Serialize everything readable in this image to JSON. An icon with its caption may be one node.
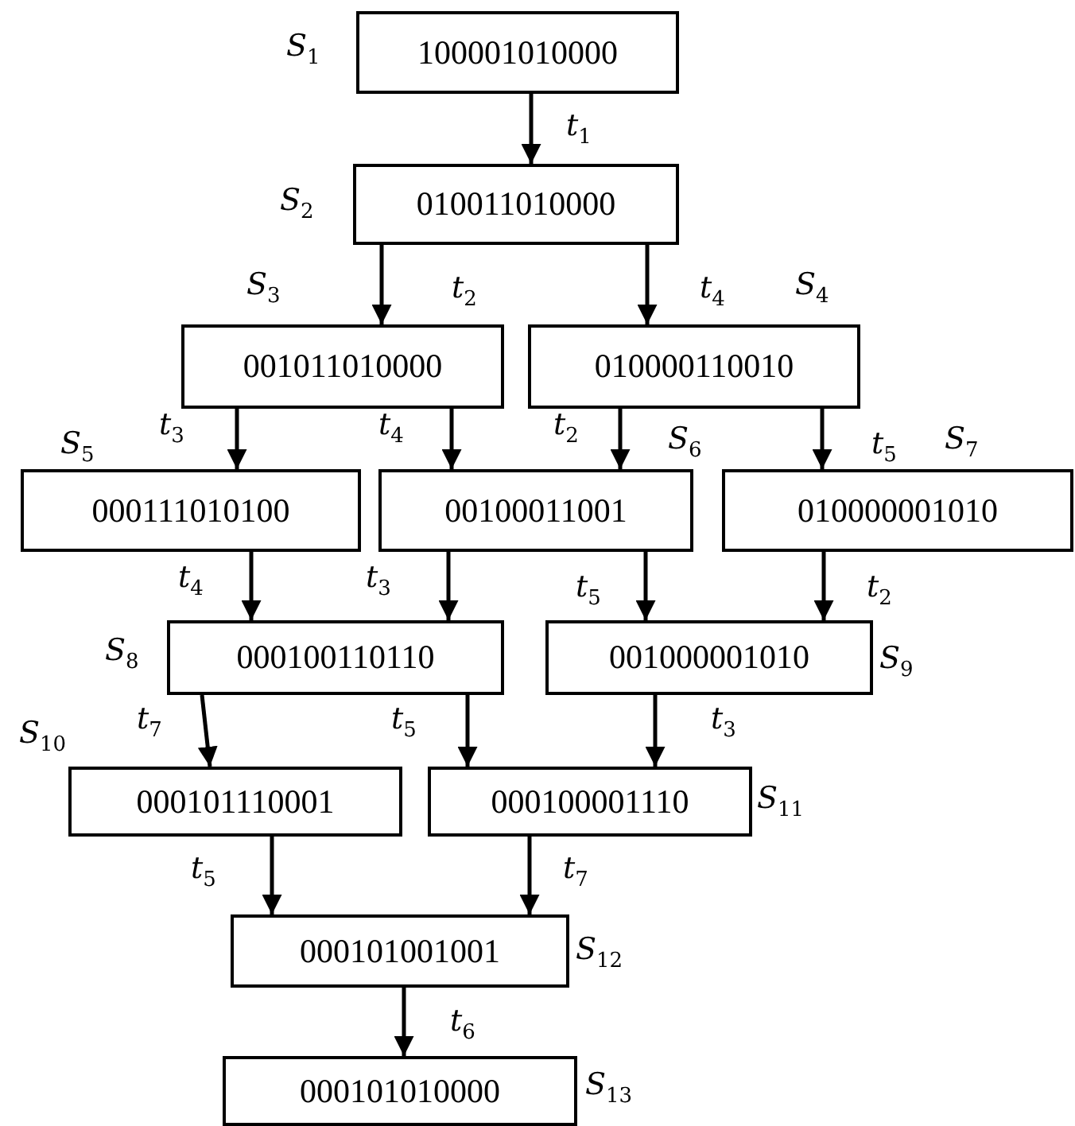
{
  "diagram": {
    "nodes": [
      {
        "text": [
          "100001010000"
        ],
        "beside": [
          "*S*$_{1}$"
        ]
      },
      {
        "text": [
          "010011010000"
        ],
        "beside": [
          "*S*$_{2}$"
        ]
      },
      {
        "text": [
          "001011010000"
        ],
        "beside": [
          "*S*$_{3}$"
        ]
      },
      {
        "text": [
          "010000110010"
        ],
        "beside": [
          "*S*$_{4}$"
        ]
      },
      {
        "text": [
          "000111010100"
        ],
        "beside": [
          "*S*$_{5}$"
        ]
      },
      {
        "text": [
          "00100011001"
        ],
        "beside": [
          "*S*$_{6}$"
        ]
      },
      {
        "text": [
          "010000001010"
        ],
        "beside": [
          "*S*$_{7}$"
        ]
      },
      {
        "text": [
          "000100110110"
        ],
        "beside": [
          "*S*$_{8}$"
        ]
      },
      {
        "text": [
          "001000001010"
        ],
        "beside": [
          "*S*$_{9}$"
        ]
      },
      {
        "text": [
          "000101110001"
        ],
        "beside": [
          "*S*$_{10}$"
        ]
      },
      {
        "text": [
          "000100001110"
        ],
        "beside": [
          "*S*$_{11}$"
        ]
      },
      {
        "text": [
          "000101001001"
        ],
        "beside": [
          "*S*$_{12}$"
        ]
      },
      {
        "text": [
          "000101010000"
        ],
        "beside": [
          "*S*$_{13}$"
        ]
      }
    ],
    "edges": [
      {
        "from": 0,
        "to": 1,
        "arrow": "to",
        "label": "*t*$_{1}$"
      },
      {
        "from": 1,
        "to": 2,
        "arrow": "to",
        "label": "*t*$_{2}$"
      },
      {
        "from": 1,
        "to": 3,
        "arrow": "to",
        "label": "*t*$_{4}$"
      },
      {
        "from": 2,
        "to": 4,
        "arrow": "to",
        "label": "*t*$_{3}$"
      },
      {
        "from": 2,
        "to": 5,
        "arrow": "to",
        "label": "*t*$_{4}$"
      },
      {
        "from": 3,
        "to": 5,
        "arrow": "to",
        "label": "*t*$_{2}$"
      },
      {
        "from": 3,
        "to": 6,
        "arrow": "to",
        "label": "*t*$_{5}$"
      },
      {
        "from": 4,
        "to": 7,
        "arrow": "to",
        "label": "*t*$_{4}$"
      },
      {
        "from": 5,
        "to": 7,
        "arrow": "to",
        "label": "*t*$_{3}$"
      },
      {
        "from": 5,
        "to": 8,
        "arrow": "to",
        "label": "*t*$_{5}$"
      },
      {
        "from": 6,
        "to": 8,
        "arrow": "to",
        "label": "*t*$_{2}$"
      },
      {
        "from": 7,
        "to": 9,
        "arrow": "to",
        "label": "*t*$_{7}$"
      },
      {
        "from": 7,
        "to": 10,
        "arrow": "to",
        "label": "*t*$_{5}$"
      },
      {
        "from": 8,
        "to": 10,
        "arrow": "to",
        "label": "*t*$_{3}$"
      },
      {
        "from": 9,
        "to": 11,
        "arrow": "to",
        "label": "*t*$_{5}$"
      },
      {
        "from": 10,
        "to": 11,
        "arrow": "to",
        "label": "*t*$_{7}$"
      },
      {
        "from": 11,
        "to": 12,
        "arrow": "to",
        "label": "*t*$_{6}$"
      }
    ]
  }
}
